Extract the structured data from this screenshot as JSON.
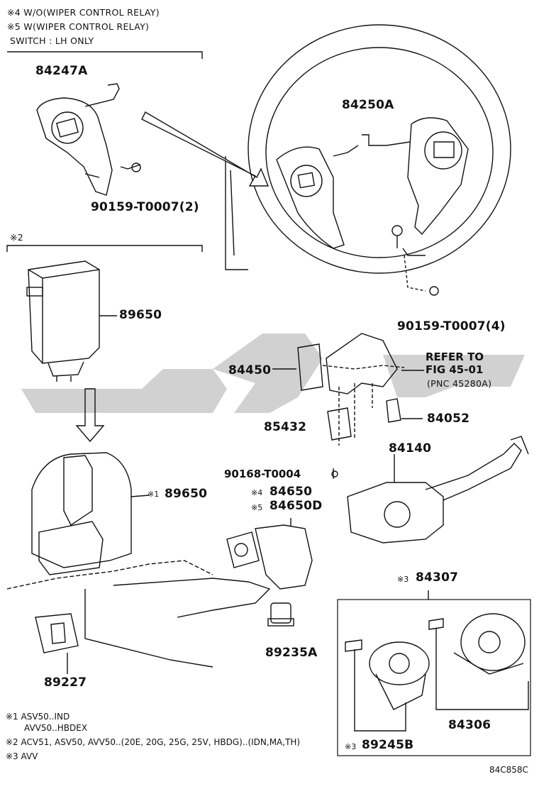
{
  "notes": {
    "n4": "※4 W/O(WIPER CONTROL RELAY)",
    "n5": "※5 W(WIPER CONTROL RELAY)",
    "switch": "SWITCH : LH ONLY",
    "n2": "※2"
  },
  "parts": {
    "p84247A": "84247A",
    "p84250A": "84250A",
    "p90159_2": "90159-T0007(2)",
    "p90159_4": "90159-T0007(4)",
    "p89650": "89650",
    "p89650_1_mark": "※1",
    "p89650_1": "89650",
    "p84450": "84450",
    "p85432": "85432",
    "p84052": "84052",
    "p84140": "84140",
    "p90168": "90168-T0004",
    "p84650_mark": "※4",
    "p84650": "84650",
    "p84650D_mark": "※5",
    "p84650D": "84650D",
    "p89235A": "89235A",
    "p89227": "89227",
    "p84307_mark": "※3",
    "p84307": "84307",
    "p84306": "84306",
    "p89245B_mark": "※3",
    "p89245B": "89245B"
  },
  "refer": {
    "line1": "REFER TO",
    "line2": "FIG 45-01",
    "line3": "(PNC 45280A)"
  },
  "legend": {
    "l1a": "※1 ASV50..IND",
    "l1b": "AVV50..HBDEX",
    "l2": "※2 ACV51, ASV50, AVV50..(20E, 20G, 25G, 25V, HBDG)..(IDN,MA,TH)",
    "l3": "※3 AVV"
  },
  "figure_code": "84C858C"
}
